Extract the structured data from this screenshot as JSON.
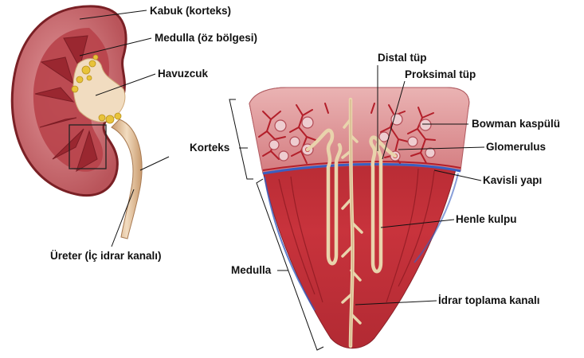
{
  "labels": {
    "kabuk": "Kabuk (korteks)",
    "medulla_oz": "Medulla (öz bölgesi)",
    "havuzcuk": "Havuzcuk",
    "ureter": "Üreter (İç idrar kanalı)",
    "distal": "Distal tüp",
    "proksimal": "Proksimal tüp",
    "bowman": "Bowman kaspülü",
    "korteks": "Korteks",
    "glomerulus": "Glomerulus",
    "kavisli": "Kavisli yapı",
    "henle": "Henle kulpu",
    "medulla": "Medulla",
    "toplama": "İdrar toplama kanalı"
  },
  "colors": {
    "kidney_outer": "#8e2a2e",
    "cortex": "#d4858a",
    "medulla_tissue": "#c1343d",
    "pyramid": "#a52a33",
    "pelvis": "#f0d9b8",
    "fat": "#e8c33a",
    "tubule": "#f3e4c2",
    "vessel": "#b31f2a",
    "artery_blue": "#3a5fc0"
  }
}
